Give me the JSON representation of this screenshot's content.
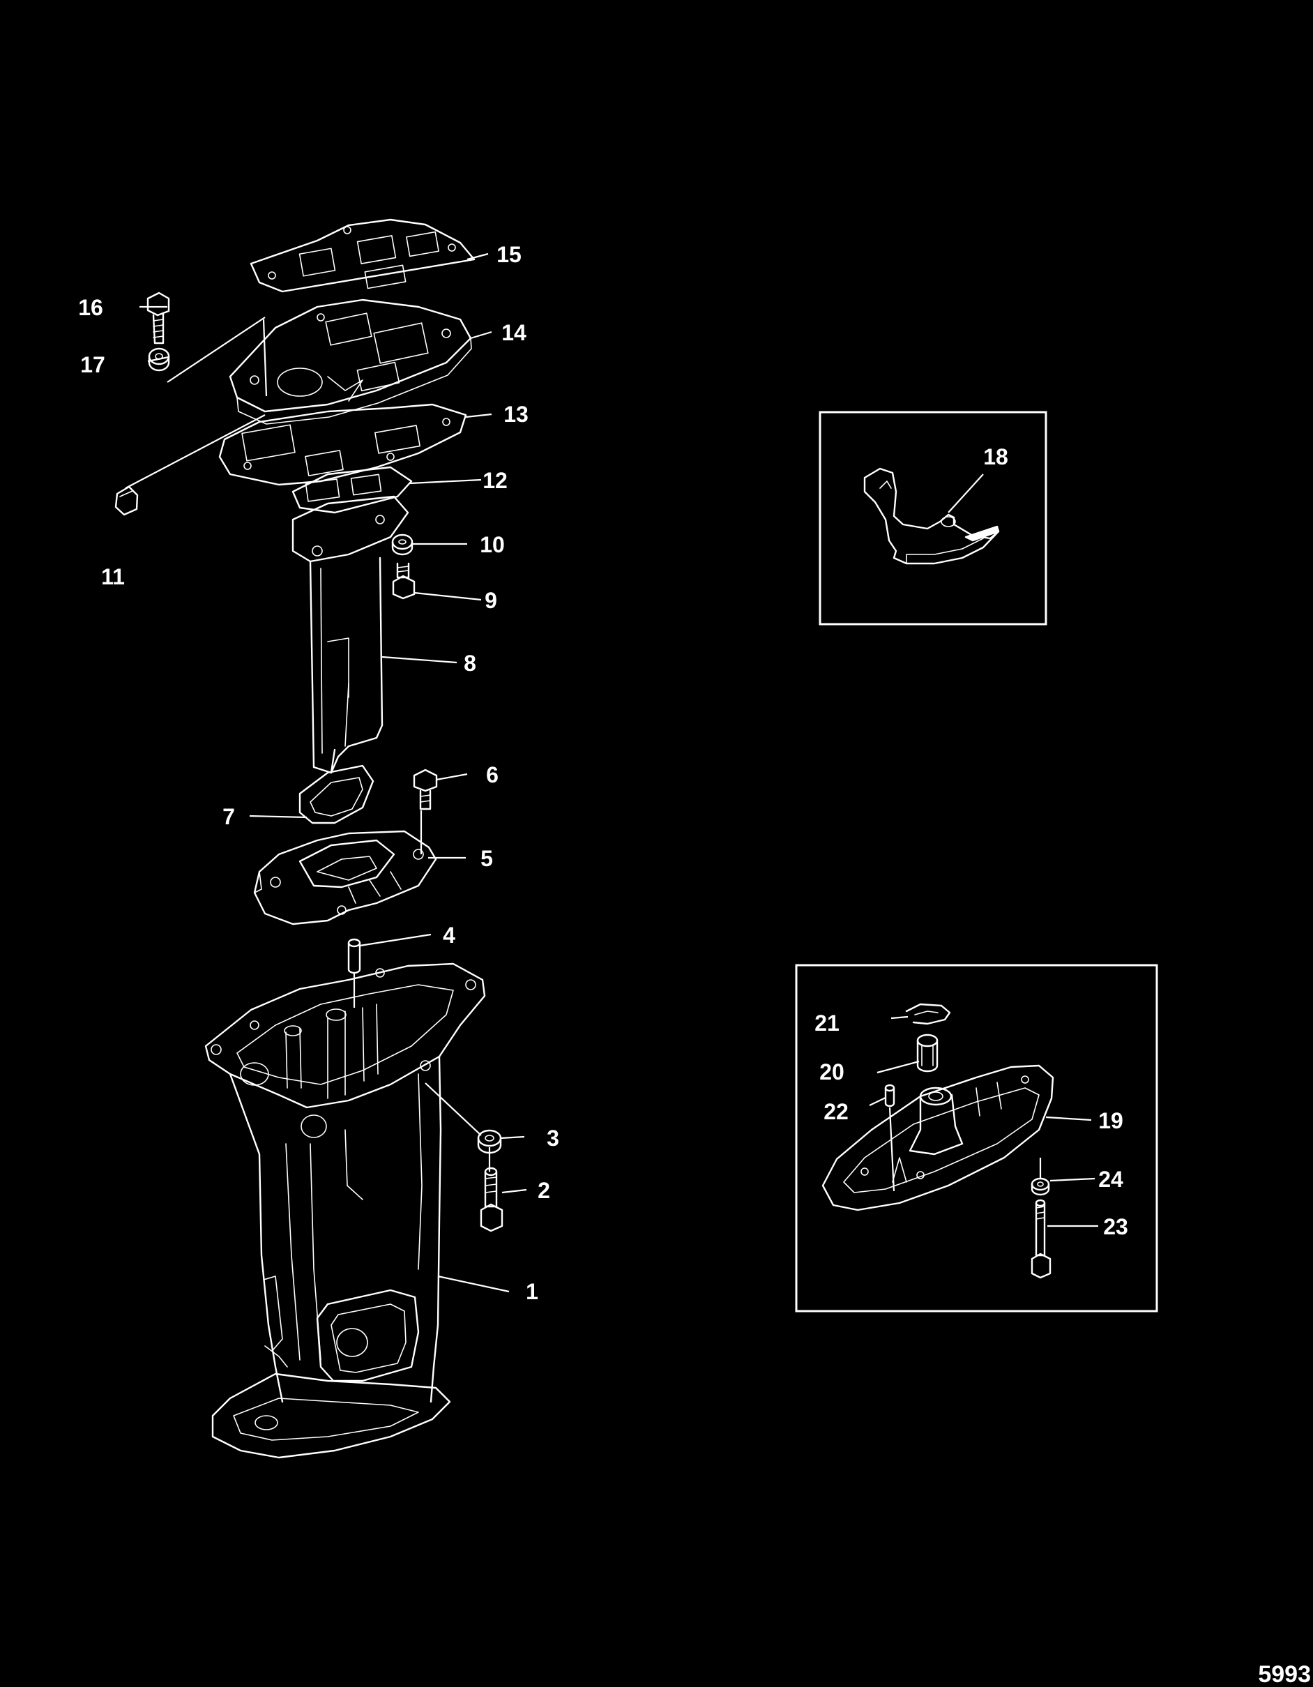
{
  "diagram": {
    "figure_number": "5993",
    "background_color": "#000000",
    "line_color": "#ffffff",
    "callouts": [
      "1",
      "2",
      "3",
      "4",
      "5",
      "6",
      "7",
      "8",
      "9",
      "10",
      "11",
      "12",
      "13",
      "14",
      "15",
      "16",
      "17",
      "18",
      "19",
      "20",
      "21",
      "22",
      "23",
      "24"
    ]
  }
}
